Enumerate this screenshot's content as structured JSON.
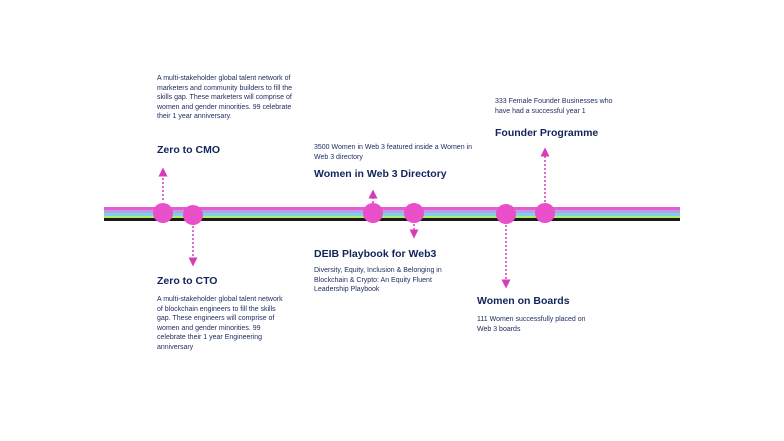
{
  "colors": {
    "node": "#e84fc8",
    "arrow": "#d63cb8",
    "stripes": [
      "#e85bd0",
      "#b6a0e8",
      "#7fd0ea",
      "#b6ea6a",
      "#1a1a1a"
    ],
    "text": "#1b2a5e"
  },
  "milestones": [
    {
      "id": "zero-to-cmo",
      "title": "Zero to CMO",
      "description": "A multi-stakeholder global talent network of marketers and community builders to fill the skills gap. These marketers will comprise of women and gender minorities. 99 celebrate their 1 year anniversary."
    },
    {
      "id": "zero-to-cto",
      "title": "Zero to CTO",
      "description": "A multi-stakeholder global talent network of blockchain engineers to fill the skills gap. These engineers will comprise of women and gender minorities. 99 celebrate their 1 year Engineering anniversary"
    },
    {
      "id": "women-in-web3-directory",
      "title": "Women in Web 3 Directory",
      "description": "3500 Women in Web 3 featured inside a Women in Web 3 directory"
    },
    {
      "id": "deib-playbook",
      "title": "DEIB Playbook for Web3",
      "description": "Diversity, Equity, Inclusion & Belonging in Blockchain & Crypto: An Equity Fluent Leadership Playbook"
    },
    {
      "id": "women-on-boards",
      "title": "Women on Boards",
      "description": "111 Women successfully placed on Web 3 boards"
    },
    {
      "id": "founder-programme",
      "title": "Founder Programme",
      "description": "333 Female Founder Businesses who have had a successful year 1"
    }
  ]
}
